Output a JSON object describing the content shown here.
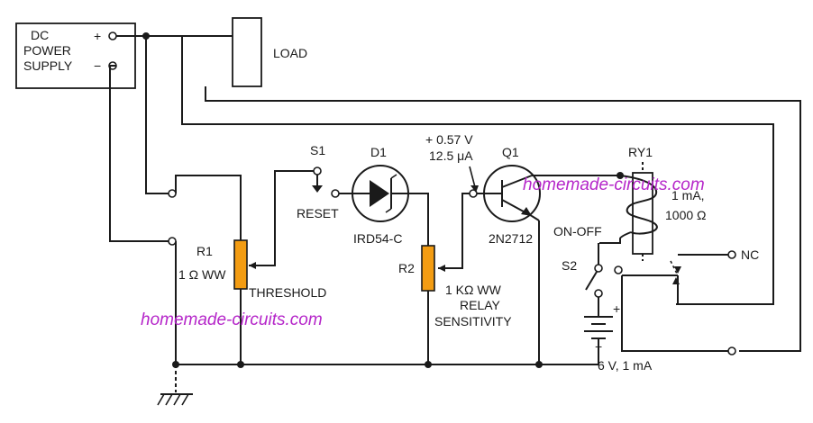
{
  "colors": {
    "line": "#1a1a1a",
    "resistor_fill": "#f39c12",
    "watermark": "#b526c9"
  },
  "power_supply": {
    "line1": "DC",
    "line2": "POWER",
    "line3": "SUPPLY",
    "plus": "+",
    "minus": "−"
  },
  "load": {
    "label": "LOAD"
  },
  "r1": {
    "name": "R1",
    "value": "1 Ω WW",
    "function": "THRESHOLD"
  },
  "s1": {
    "name": "S1",
    "function": "RESET"
  },
  "d1": {
    "name": "D1",
    "part": "IRD54-C"
  },
  "base_bias": {
    "voltage": "+ 0.57 V",
    "current": "12.5 μA"
  },
  "q1": {
    "name": "Q1",
    "part": "2N2712"
  },
  "r2": {
    "name": "R2",
    "value": "1 KΩ WW",
    "function_line1": "RELAY",
    "function_line2": "SENSITIVITY"
  },
  "ry1": {
    "name": "RY1",
    "current": "1 mA,",
    "resistance": "1000 Ω",
    "contact": "NC"
  },
  "s2": {
    "name": "S2",
    "function": "ON-OFF"
  },
  "battery": {
    "plus": "+",
    "minus": "−",
    "rating": "6 V, 1 mA"
  },
  "watermarks": [
    "homemade-circuits.com",
    "homemade-circuits.com"
  ]
}
